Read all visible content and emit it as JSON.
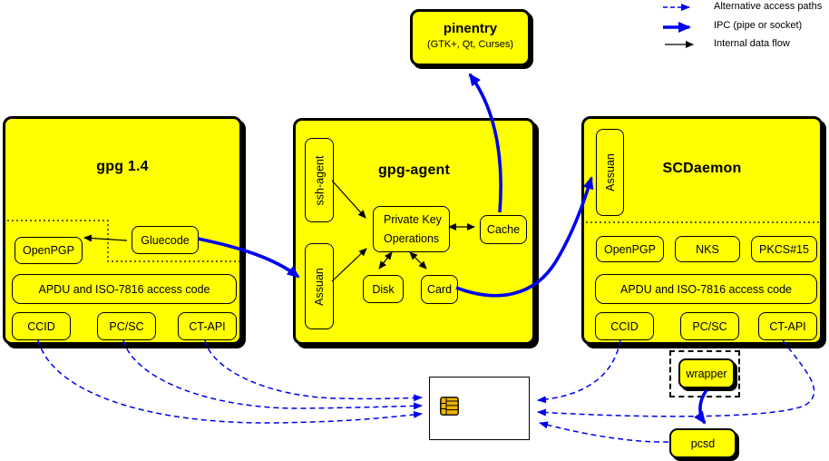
{
  "legend": {
    "alternative": "Alternative access paths",
    "ipc": "IPC (pipe or socket)",
    "internal": "Internal data flow"
  },
  "pinentry": {
    "title": "pinentry",
    "subtitle": "(GTK+, Qt, Curses)"
  },
  "gpg14": {
    "title": "gpg 1.4",
    "openpgp": "OpenPGP",
    "gluecode": "Gluecode",
    "apdu": "APDU and ISO-7816 access code",
    "ccid": "CCID",
    "pcsc": "PC/SC",
    "ctapi": "CT-API"
  },
  "gpg_agent": {
    "title": "gpg-agent",
    "ssh_agent": "ssh-agent",
    "assuan": "Assuan",
    "pko_line1": "Private Key",
    "pko_line2": "Operations",
    "cache": "Cache",
    "disk": "Disk",
    "card": "Card"
  },
  "scdaemon": {
    "title": "SCDaemon",
    "assuan": "Assuan",
    "openpgp": "OpenPGP",
    "nks": "NKS",
    "pkcs15": "PKCS#15",
    "apdu": "APDU and ISO-7816 access code",
    "ccid": "CCID",
    "pcsc": "PC/SC",
    "ctapi": "CT-API",
    "wrapper": "wrapper"
  },
  "pcsd": {
    "label": "pcsd"
  },
  "colors": {
    "box_fill": "#ffff00",
    "line_blue": "#0000ee",
    "line_black": "#000000"
  }
}
